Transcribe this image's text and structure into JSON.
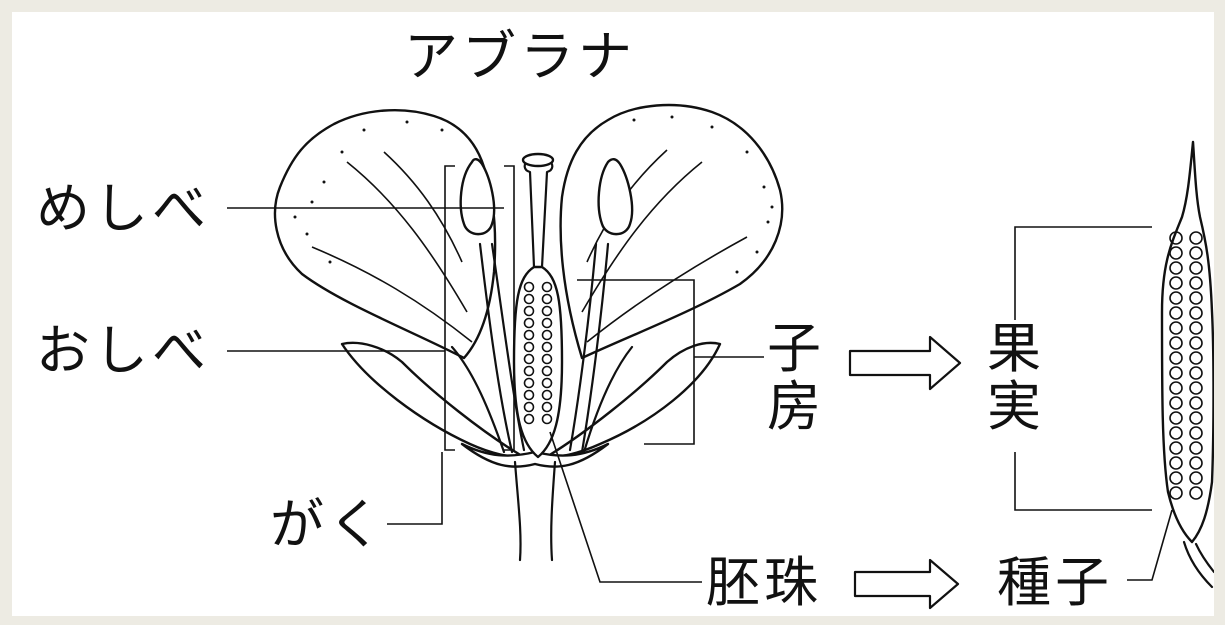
{
  "diagram": {
    "title": "アブラナ",
    "labels": {
      "pistil": "めしべ",
      "stamen": "おしべ",
      "sepal": "がく",
      "ovary": "子房",
      "ovule": "胚珠",
      "fruit": "果実",
      "seed": "種子"
    },
    "colors": {
      "stroke": "#111111",
      "background": "#ffffff",
      "frame": "#edebe3"
    }
  }
}
